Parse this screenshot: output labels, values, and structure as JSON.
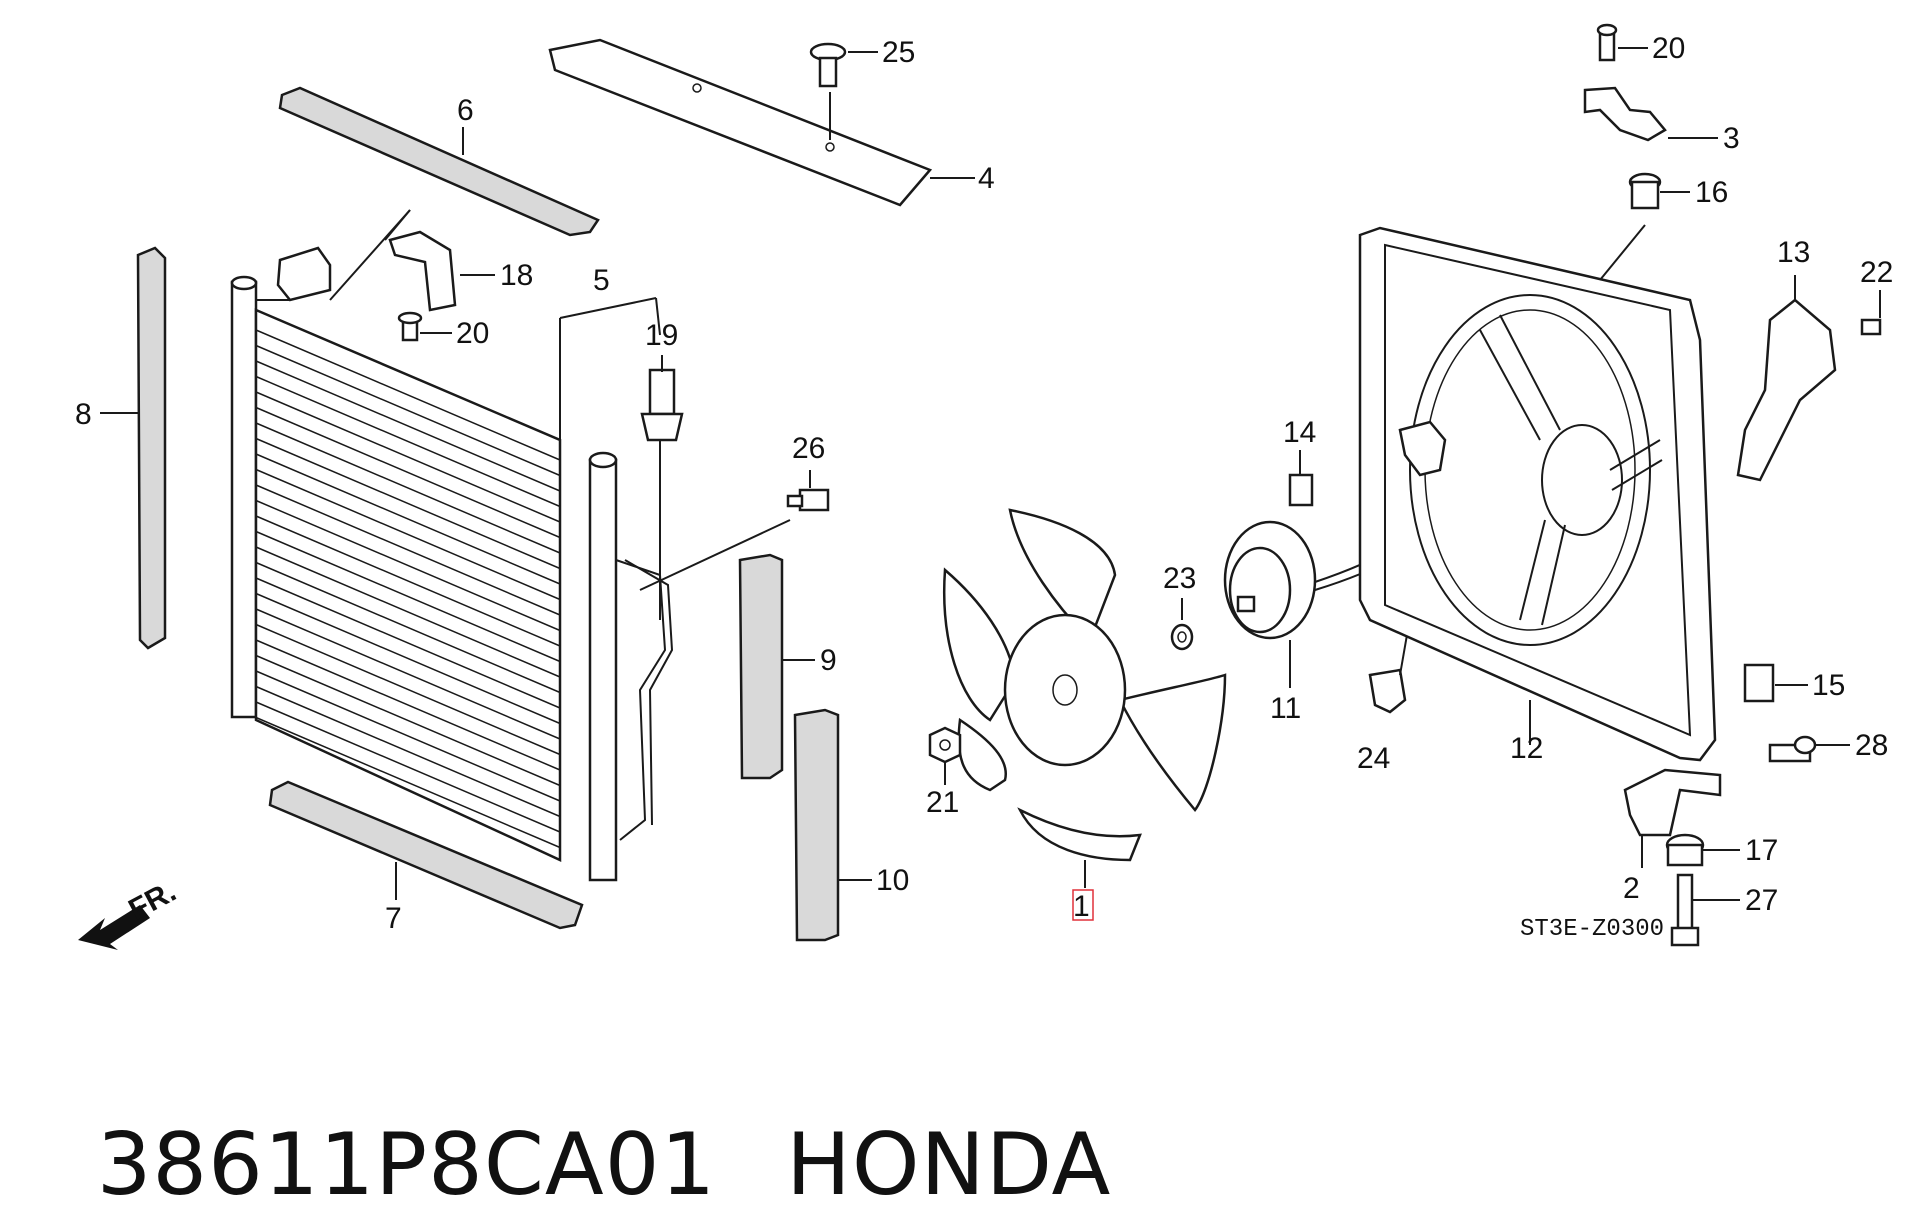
{
  "diagram": {
    "callouts": [
      {
        "id": "c1",
        "text": "1"
      },
      {
        "id": "c2",
        "text": "2"
      },
      {
        "id": "c3",
        "text": "3"
      },
      {
        "id": "c4",
        "text": "4"
      },
      {
        "id": "c5",
        "text": "5"
      },
      {
        "id": "c6",
        "text": "6"
      },
      {
        "id": "c7",
        "text": "7"
      },
      {
        "id": "c8",
        "text": "8"
      },
      {
        "id": "c9",
        "text": "9"
      },
      {
        "id": "c10",
        "text": "10"
      },
      {
        "id": "c11",
        "text": "11"
      },
      {
        "id": "c12",
        "text": "12"
      },
      {
        "id": "c13",
        "text": "13"
      },
      {
        "id": "c14",
        "text": "14"
      },
      {
        "id": "c15",
        "text": "15"
      },
      {
        "id": "c16",
        "text": "16"
      },
      {
        "id": "c17",
        "text": "17"
      },
      {
        "id": "c18",
        "text": "18"
      },
      {
        "id": "c19",
        "text": "19"
      },
      {
        "id": "c20a",
        "text": "20"
      },
      {
        "id": "c20b",
        "text": "20"
      },
      {
        "id": "c21",
        "text": "21"
      },
      {
        "id": "c22",
        "text": "22"
      },
      {
        "id": "c23",
        "text": "23"
      },
      {
        "id": "c24",
        "text": "24"
      },
      {
        "id": "c25",
        "text": "25"
      },
      {
        "id": "c26",
        "text": "26"
      },
      {
        "id": "c27",
        "text": "27"
      },
      {
        "id": "c28",
        "text": "28"
      }
    ],
    "direction_label": "FR.",
    "reference_code": "ST3E-Z0300",
    "highlight_color": "#e0303a"
  },
  "caption": {
    "part_number": "38611P8CA01",
    "brand": "HONDA"
  }
}
